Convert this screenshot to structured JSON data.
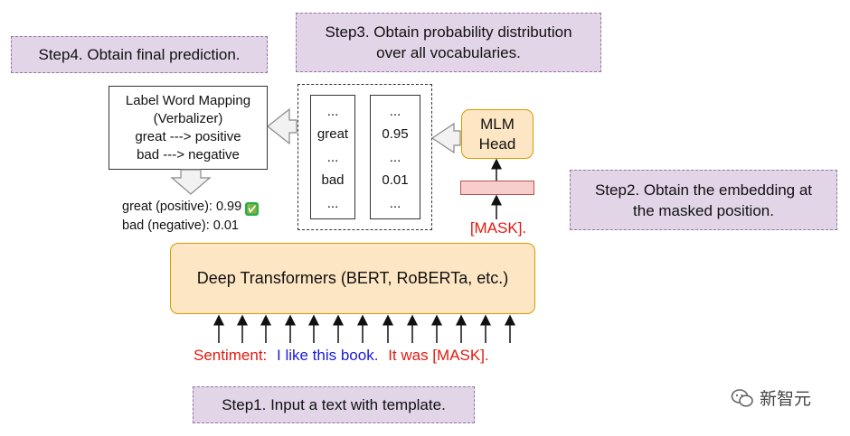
{
  "steps": {
    "step1": "Step1. Input a text with template.",
    "step2_line1": "Step2. Obtain the embedding at",
    "step2_line2": "the masked position.",
    "step3_line1": "Step3. Obtain probability distribution",
    "step3_line2": "over all vocabularies.",
    "step4": "Step4. Obtain final prediction."
  },
  "verbalizer": {
    "line1": "Label Word Mapping",
    "line2": "(Verbalizer)",
    "line3": "great ---> positive",
    "line4": "bad ---> negative"
  },
  "vocab_column": [
    "...",
    "great",
    "...",
    "bad",
    "..."
  ],
  "prob_column": [
    "...",
    "0.95",
    "...",
    "0.01",
    "..."
  ],
  "mlm_head": {
    "line1": "MLM",
    "line2": "Head"
  },
  "mask_label": "[MASK].",
  "transformer_label": "Deep Transformers (BERT, RoBERTa, etc.)",
  "input_text": {
    "part1": "Sentiment:",
    "part2": "I like this book.",
    "part3": "It was [MASK]."
  },
  "prediction": {
    "line1": "great (positive): 0.99",
    "check_mark": "✅",
    "line2": "bad (negative): 0.01"
  },
  "watermark": "新智元",
  "colors": {
    "step_fill": "#e1d5e7",
    "step_border": "#9673a6",
    "orange_fill": "#fde6c4",
    "orange_border": "#d79b00",
    "embedding_fill": "#f8cecc",
    "embedding_border": "#b85450",
    "template_red": "#e3190f",
    "sentence_blue": "#1b1bdc"
  },
  "icons": [
    "fat-left-arrow",
    "fat-down-arrow",
    "up-arrow",
    "check-icon",
    "wechat-icon"
  ]
}
